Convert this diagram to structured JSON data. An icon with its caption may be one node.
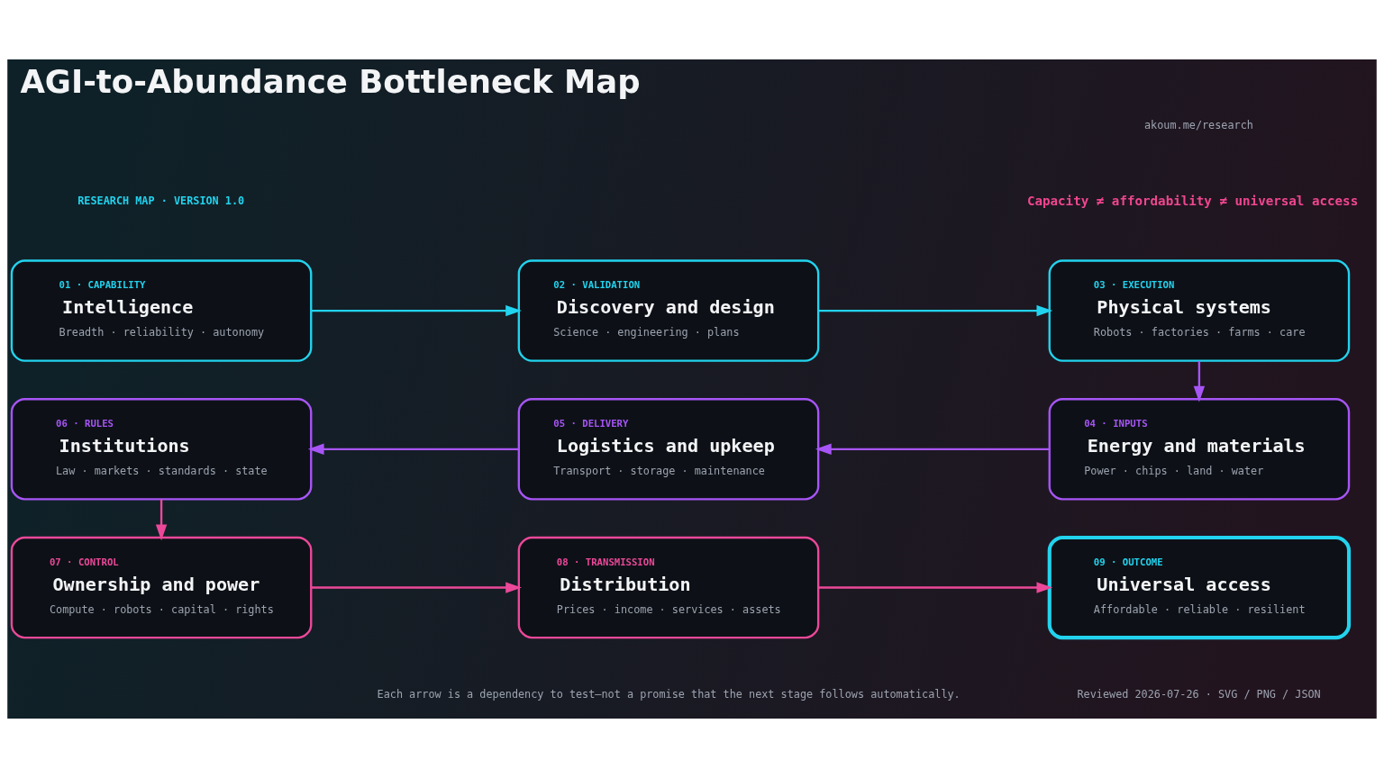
{
  "diagram": {
    "title": "AGI-to-Abundance Bottleneck Map",
    "nodes": [
      {
        "text": [
          "01 · CAPABILITY",
          "Intelligence",
          "Breadth · reliability · autonomy"
        ]
      },
      {
        "text": [
          "02 · VALIDATION",
          "Discovery and design",
          "Science · engineering · plans"
        ]
      },
      {
        "text": [
          "03 · EXECUTION",
          "Physical systems",
          "Robots · factories · farms · care"
        ]
      },
      {
        "text": [
          "04 · INPUTS",
          "Energy and materials",
          "Power · chips · land · water"
        ]
      },
      {
        "text": [
          "05 · DELIVERY",
          "Logistics and upkeep",
          "Transport · storage · maintenance"
        ]
      },
      {
        "text": [
          "06 · RULES",
          "Institutions",
          "Law · markets · standards · state"
        ]
      },
      {
        "text": [
          "07 · CONTROL",
          "Ownership and power",
          "Compute · robots · capital · rights"
        ]
      },
      {
        "text": [
          "08 · TRANSMISSION",
          "Distribution",
          "Prices · income · services · assets"
        ]
      },
      {
        "text": [
          "09 · OUTCOME",
          "Universal access",
          "Affordable · reliable · resilient"
        ]
      }
    ],
    "edges": [
      {
        "from": 0,
        "to": 1,
        "arrow": "to",
        "color": "#22d3ee"
      },
      {
        "from": 1,
        "to": 2,
        "arrow": "to",
        "color": "#22d3ee"
      },
      {
        "from": 2,
        "to": 3,
        "arrow": "to",
        "color": "#a855f7"
      },
      {
        "from": 3,
        "to": 4,
        "arrow": "to",
        "color": "#a855f7"
      },
      {
        "from": 4,
        "to": 5,
        "arrow": "to",
        "color": "#a855f7"
      },
      {
        "from": 5,
        "to": 6,
        "arrow": "to",
        "color": "#ec4899"
      },
      {
        "from": 6,
        "to": 7,
        "arrow": "to",
        "color": "#ec4899"
      },
      {
        "from": 7,
        "to": 8,
        "arrow": "to",
        "color": "#ec4899"
      }
    ],
    "labels": [
      "RESEARCH MAP · VERSION 1.0",
      "akoum.me/research",
      "Capacity ≠ affordability ≠ universal access",
      "Each arrow is a dependency to test—not a promise that the next stage follows automatically.",
      "Reviewed 2026-07-26 · SVG / PNG / JSON"
    ]
  }
}
